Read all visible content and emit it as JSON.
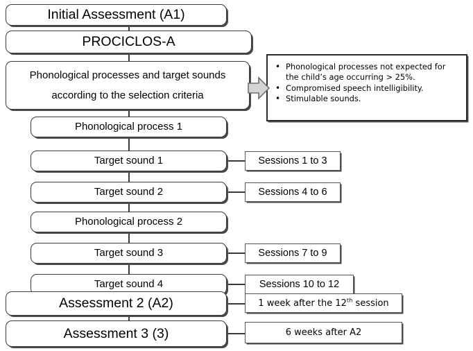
{
  "diagram": {
    "title": "PROCICLOS-A treatment flowchart",
    "colors": {
      "box_border": "#3a3a3a",
      "callout_border": "#2b2b2b",
      "arrow_fill": "#d4d4d4",
      "arrow_stroke": "#6e6e6e",
      "background": "#ffffff",
      "text": "#000000"
    }
  },
  "flow": {
    "initial_assessment": "Initial Assessment (A1)",
    "protocol": "PROCICLOS-A",
    "selection_line1": "Phonological processes and target sounds",
    "selection_line2": "according to the selection criteria",
    "process_1": "Phonological process 1",
    "target_sound_1": "Target sound 1",
    "target_sound_2": "Target sound 2",
    "process_2": "Phonological process 2",
    "target_sound_3": "Target sound 3",
    "target_sound_4": "Target sound 4",
    "assessment_2": "Assessment 2 (A2)",
    "assessment_3": "Assessment 3 (3)"
  },
  "sessions": {
    "s1": "Sessions 1 to 3",
    "s2": "Sessions 4 to 6",
    "s3": "Sessions 7 to 9",
    "s4": "Sessions 10 to 12",
    "a2_timing_pre": "1 week after the 12",
    "a2_timing_sup": "th",
    "a2_timing_post": " session",
    "a3_timing": "6 weeks after A2"
  },
  "criteria": {
    "items": [
      "Phonological processes not expected for the child’s age occurring > 25%.",
      "Compromised speech intelligibility.",
      "Stimulable sounds."
    ],
    "bullet_glyph": "•"
  }
}
